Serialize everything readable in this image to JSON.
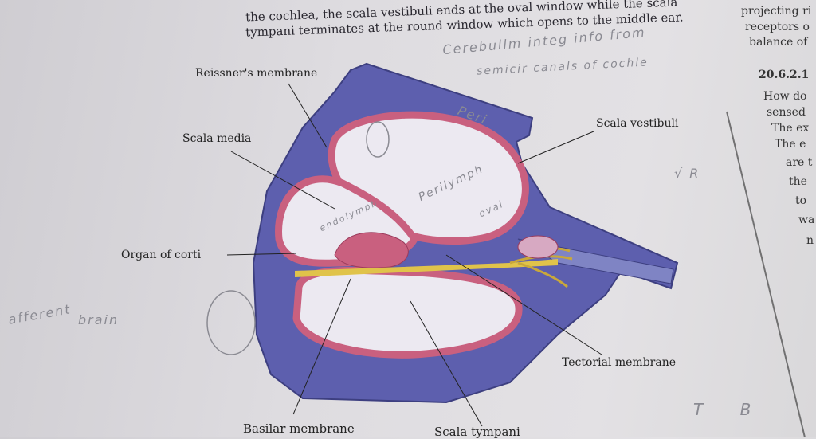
{
  "body_text": {
    "line1": "the cochlea, the scala vestibuli ends at the oval window while the scala",
    "line2": "tympani terminates at the round window which opens to the middle ear."
  },
  "right_page": {
    "lines": [
      "projecting ri",
      "receptors o",
      "balance of",
      "20.6.2.1",
      "How do",
      "sensed",
      "The ex",
      "The e",
      "are t",
      "the",
      "to",
      "wa",
      "n"
    ]
  },
  "diagram": {
    "labels": {
      "reissners_membrane": "Reissner's membrane",
      "scala_media": "Scala media",
      "organ_of_corti": "Organ of corti",
      "scala_vestibuli": "Scala vestibuli",
      "tectorial_membrane": "Tectorial membrane",
      "basilar_membrane": "Basilar membrane",
      "scala_tympani": "Scala tympani"
    },
    "colors": {
      "bone": "#5d5fae",
      "membrane": "#c9607f",
      "fill": "#ece9f1",
      "nerve": "#e0c34a"
    }
  },
  "handwriting": {
    "note1": "Cerebullm integ info from",
    "note2": "semicir canals of cochle",
    "peri": "Peri",
    "perilymph": "Perilymph",
    "endolymph": "endolymph",
    "oval": "oval",
    "afferent": "afferent",
    "brain": "brain",
    "mark_r": "√ R",
    "tb": "T B"
  }
}
